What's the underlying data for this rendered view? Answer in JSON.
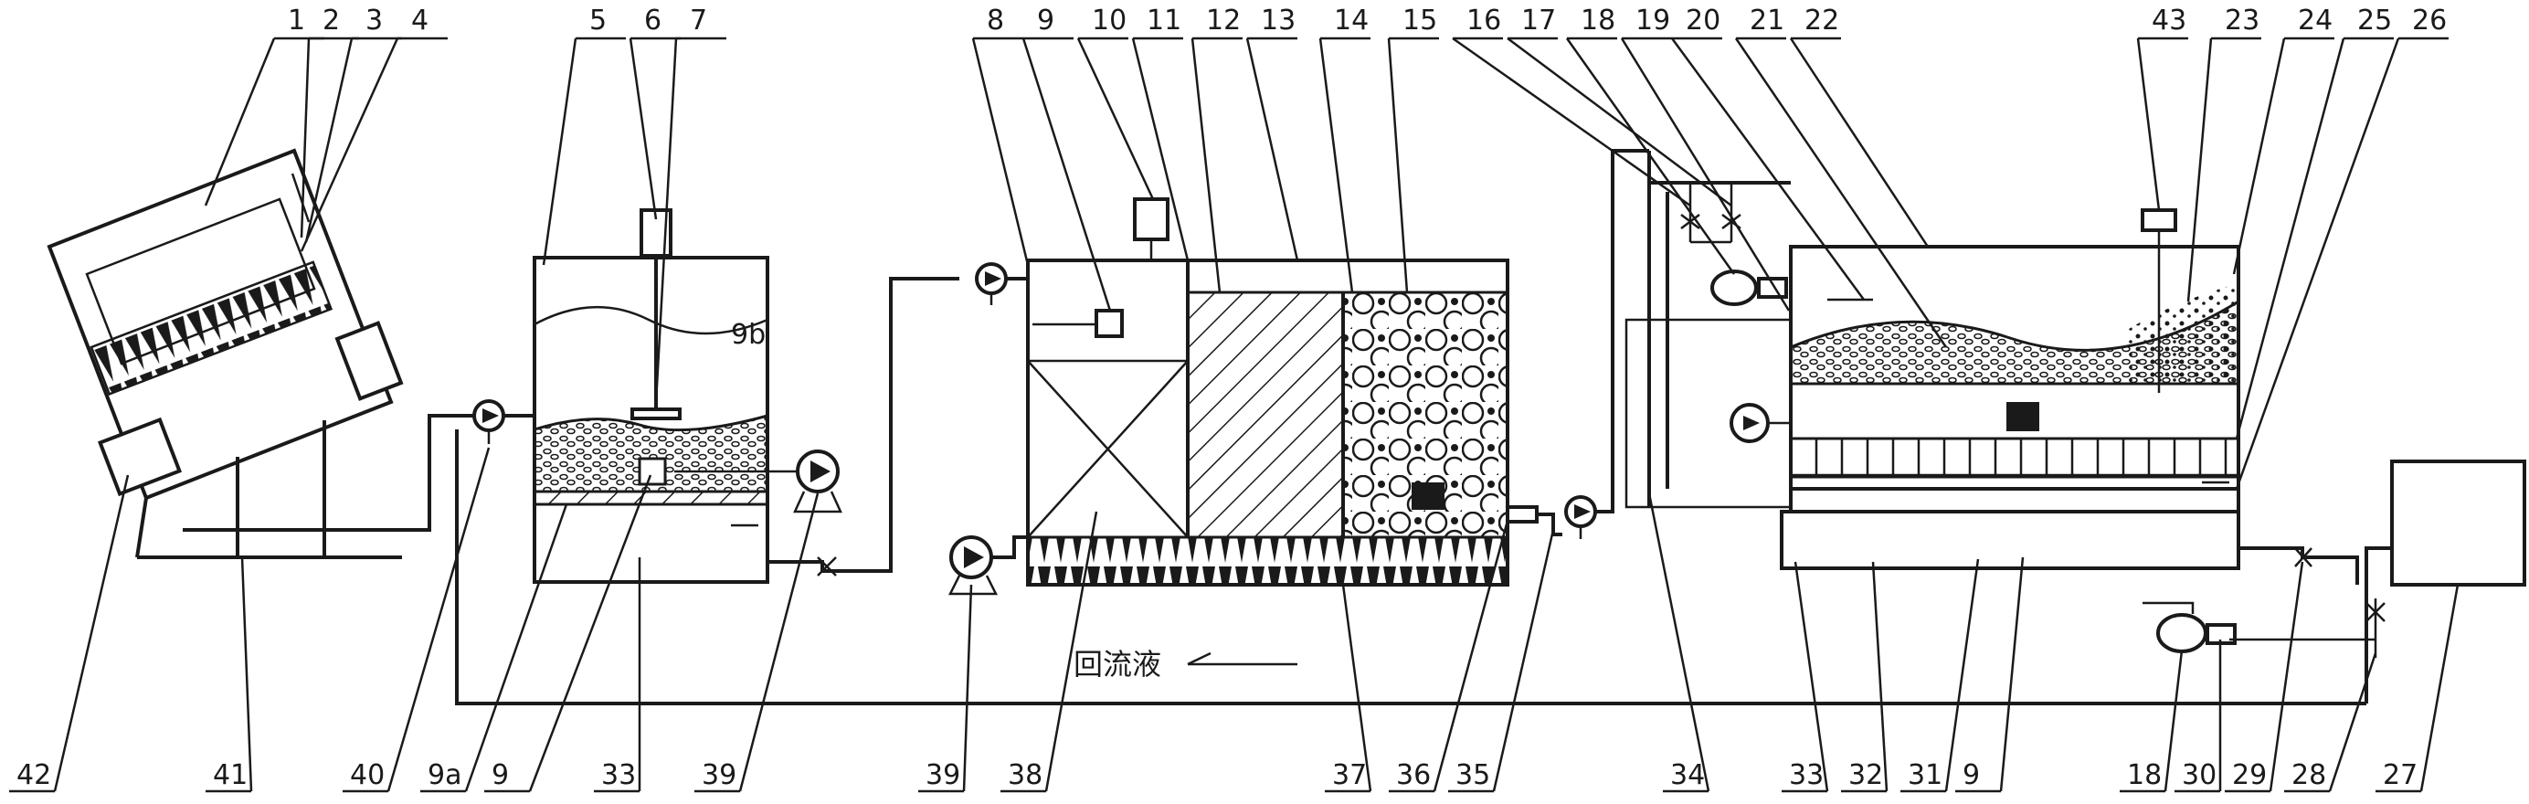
{
  "labels_top": [
    "1",
    "2",
    "3",
    "4",
    "5",
    "6",
    "7",
    "8",
    "9",
    "10",
    "11",
    "12",
    "13",
    "14",
    "15",
    "16",
    "17",
    "18",
    "19",
    "20",
    "21",
    "22",
    "43",
    "23",
    "24",
    "25",
    "26"
  ],
  "labels_bottom": [
    "42",
    "41",
    "40",
    "9a",
    "9",
    "33",
    "39",
    "39",
    "38",
    "37",
    "36",
    "35",
    "34",
    "33",
    "32",
    "31",
    "9",
    "18",
    "30",
    "29",
    "28",
    "27"
  ],
  "inline_labels": {
    "label_9b": "9b"
  },
  "reflux_label": "回流液",
  "colors": {
    "line": "#1a1a1a",
    "background": "#ffffff"
  }
}
